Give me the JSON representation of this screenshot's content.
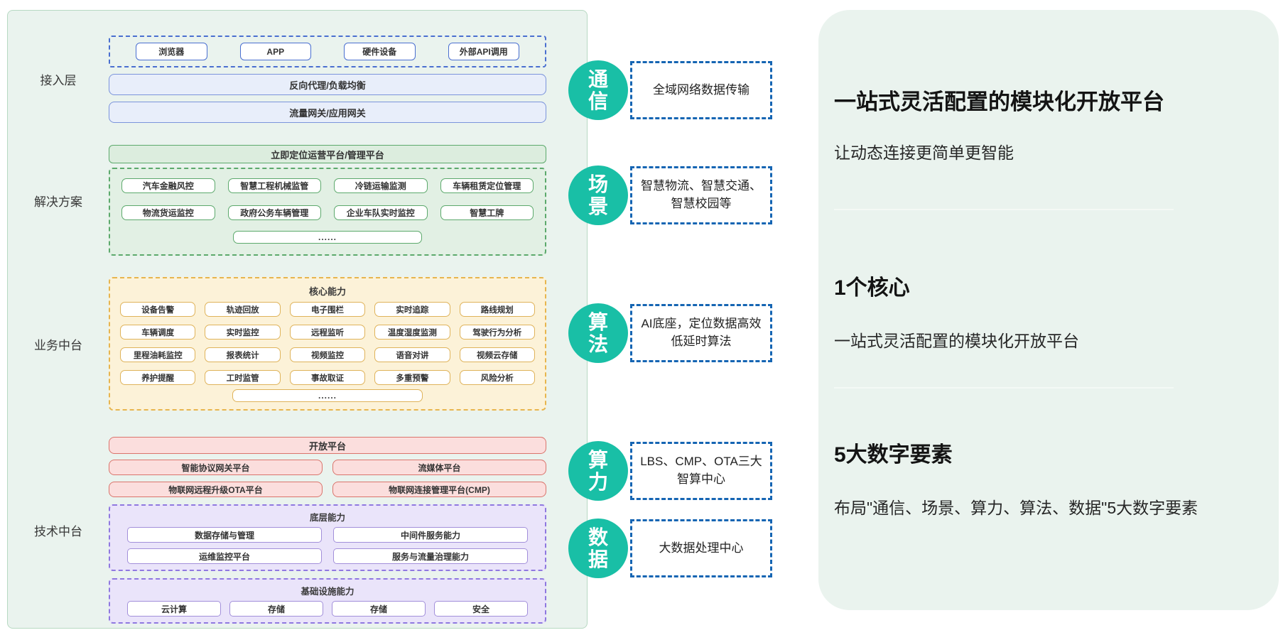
{
  "left_panel": {
    "access": {
      "label": "接入层",
      "clients": [
        "浏览器",
        "APP",
        "硬件设备",
        "外部API调用"
      ],
      "bars": [
        "反向代理/负载均衡",
        "流量网关/应用网关"
      ]
    },
    "solution": {
      "label": "解决方案",
      "platform_bar": "立即定位运营平台/管理平台",
      "items": [
        "汽车金融风控",
        "智慧工程机械监管",
        "冷链运输监测",
        "车辆租赁定位管理",
        "物流货运监控",
        "政府公务车辆管理",
        "企业车队实时监控",
        "智慧工牌"
      ],
      "more": "......"
    },
    "business": {
      "label": "业务中台",
      "group_title": "核心能力",
      "items": [
        "设备告警",
        "轨迹回放",
        "电子围栏",
        "实时追踪",
        "路线规划",
        "车辆调度",
        "实时监控",
        "远程监听",
        "温度湿度监测",
        "驾驶行为分析",
        "里程油耗监控",
        "报表统计",
        "视频监控",
        "语音对讲",
        "视频云存储",
        "养护提醒",
        "工时监管",
        "事故取证",
        "多重预警",
        "风险分析"
      ],
      "more": "......"
    },
    "tech": {
      "label": "技术中台",
      "open_platform_bar": "开放平台",
      "platform_cells": [
        "智能协议网关平台",
        "流媒体平台",
        "物联网远程升级OTA平台",
        "物联网连接管理平台(CMP)"
      ],
      "base_group": {
        "title": "底层能力",
        "items": [
          "数据存储与管理",
          "中间件服务能力",
          "运维监控平台",
          "服务与流量治理能力"
        ]
      },
      "infra_group": {
        "title": "基础设施能力",
        "items": [
          "云计算",
          "存储",
          "存储",
          "安全"
        ]
      }
    }
  },
  "rail": {
    "items": [
      {
        "badge": "通信",
        "desc": "全域网络数据传输"
      },
      {
        "badge": "场景",
        "desc": "智慧物流、智慧交通、智慧校园等"
      },
      {
        "badge": "算法",
        "desc": "AI底座，定位数据高效低延时算法"
      },
      {
        "badge": "算力",
        "desc": "LBS、CMP、OTA三大智算中心"
      },
      {
        "badge": "数据",
        "desc": "大数据处理中心"
      }
    ]
  },
  "right_panel": {
    "title": "一站式灵活配置的模块化开放平台",
    "subtitle": "让动态连接更简单更智能",
    "sections": [
      {
        "heading": "1个核心",
        "body": "一站式灵活配置的模块化开放平台"
      },
      {
        "heading": "5大数字要素",
        "body": "布局\"通信、场景、算力、算法、数据\"5大数字要素"
      }
    ]
  },
  "colors": {
    "panel_bg": "#eaf3ee",
    "accent_teal": "#19bfa6",
    "dashed_blue": "#1565b3",
    "blue": "#4a6fd0",
    "green": "#5ca96c",
    "yellow": "#e7b54e",
    "red": "#da746c",
    "purple": "#8f78e0"
  }
}
